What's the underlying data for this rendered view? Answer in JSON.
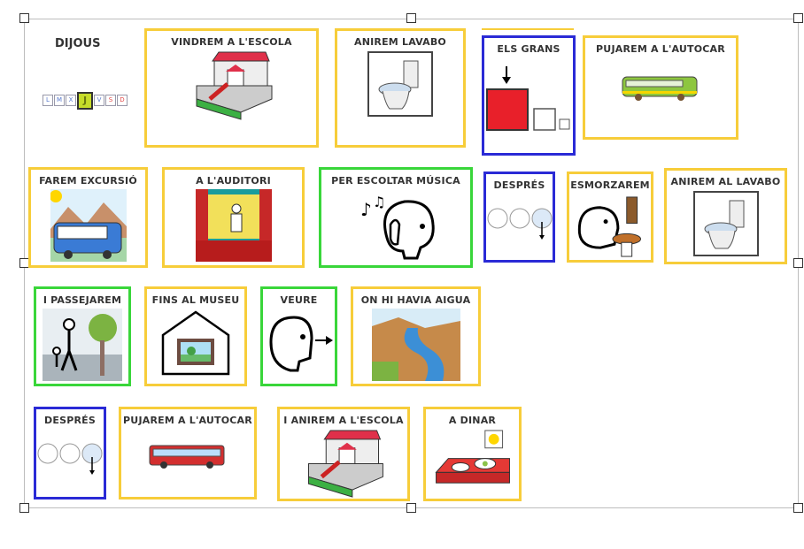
{
  "schedule": {
    "day_title": "DIJOUS",
    "weekdays": [
      "L",
      "M",
      "X",
      "J",
      "V",
      "S",
      "D"
    ],
    "selected_weekday": "J",
    "colors": {
      "activity": "#f7cd3a",
      "time": "#2a2ad6",
      "action": "#39d63a"
    },
    "cards": [
      {
        "label": "VINDREM A L'ESCOLA",
        "color": "yellow",
        "icon": "school-icon"
      },
      {
        "label": "ANIREM LAVABO",
        "color": "yellow",
        "icon": "toilet-icon"
      },
      {
        "label": "ELS GRANS",
        "color": "blue",
        "icon": "big-size-icon"
      },
      {
        "label": "PUJAREM A L'AUTOCAR",
        "color": "yellow",
        "icon": "green-bus-icon"
      },
      {
        "label": "FAREM EXCURSIÓ",
        "color": "yellow",
        "icon": "excursion-bus-icon"
      },
      {
        "label": "A L'AUDITORI",
        "color": "yellow",
        "icon": "auditorium-stage-icon"
      },
      {
        "label": "PER ESCOLTAR MÚSICA",
        "color": "green",
        "icon": "listen-music-icon"
      },
      {
        "label": "DESPRÉS",
        "color": "blue",
        "icon": "after-clocks-icon"
      },
      {
        "label": "ESMORZAREM",
        "color": "yellow",
        "icon": "breakfast-icon"
      },
      {
        "label": "ANIREM AL LAVABO",
        "color": "yellow",
        "icon": "toilet-icon"
      },
      {
        "label": "I PASSEJAREM",
        "color": "green",
        "icon": "walk-icon"
      },
      {
        "label": "FINS AL MUSEU",
        "color": "yellow",
        "icon": "museum-icon"
      },
      {
        "label": "VEURE",
        "color": "green",
        "icon": "see-icon"
      },
      {
        "label": "ON HI HAVIA AIGUA",
        "color": "yellow",
        "icon": "river-icon"
      },
      {
        "label": "DESPRÉS",
        "color": "blue",
        "icon": "after-clocks-icon"
      },
      {
        "label": "PUJAREM A L'AUTOCAR",
        "color": "yellow",
        "icon": "red-bus-icon"
      },
      {
        "label": "I ANIREM A L'ESCOLA",
        "color": "yellow",
        "icon": "school-icon"
      },
      {
        "label": "A DINAR",
        "color": "yellow",
        "icon": "lunch-icon"
      }
    ]
  }
}
